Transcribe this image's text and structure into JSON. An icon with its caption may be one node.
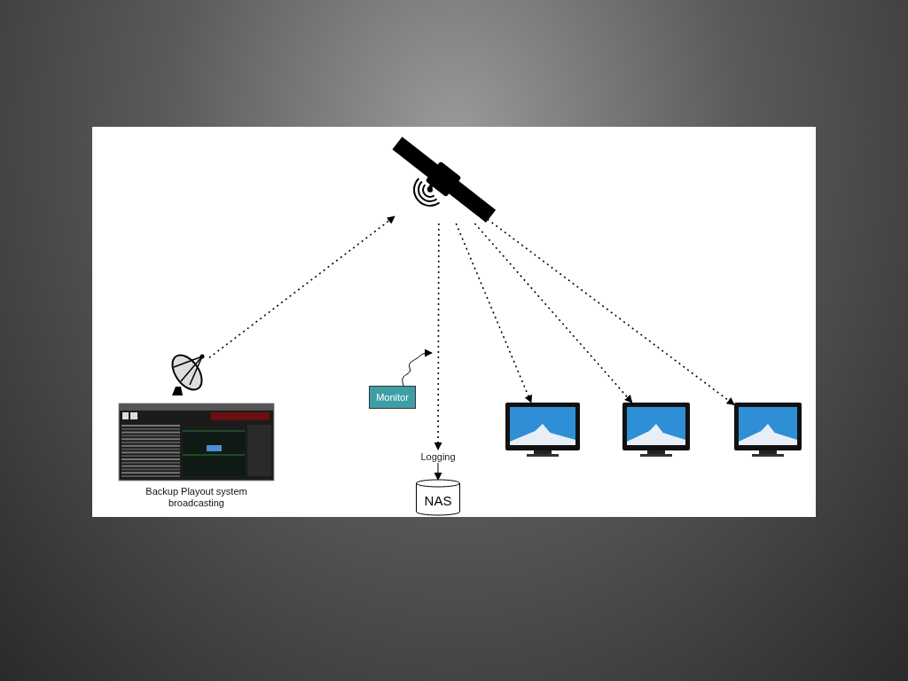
{
  "diagram": {
    "nodes": [
      {
        "text": [],
        "shape": "picture"
      },
      {
        "text": [],
        "shape": "picture"
      },
      {
        "text": [],
        "shape": "picture",
        "beside": [
          "Backup Playout system broadcasting"
        ]
      },
      {
        "text": [
          "Monitor"
        ]
      },
      {
        "text": [
          "Logging"
        ]
      },
      {
        "text": [
          "NAS"
        ]
      },
      {
        "text": [],
        "shape": "picture"
      },
      {
        "text": [],
        "shape": "picture"
      },
      {
        "text": [],
        "shape": "picture"
      }
    ],
    "edges": [
      {
        "from": 1,
        "to": 0,
        "arrow": "to",
        "style": "dashed"
      },
      {
        "from": 0,
        "to": 4,
        "arrow": "to",
        "style": "dashed"
      },
      {
        "from": 0,
        "to": 6,
        "arrow": "to",
        "style": "dashed"
      },
      {
        "from": 0,
        "to": 7,
        "arrow": "to",
        "style": "dashed"
      },
      {
        "from": 0,
        "to": 8,
        "arrow": "to",
        "style": "dashed"
      },
      {
        "from": 3,
        "to": null,
        "arrow": "to"
      },
      {
        "from": 4,
        "to": 5,
        "arrow": "to"
      }
    ]
  }
}
